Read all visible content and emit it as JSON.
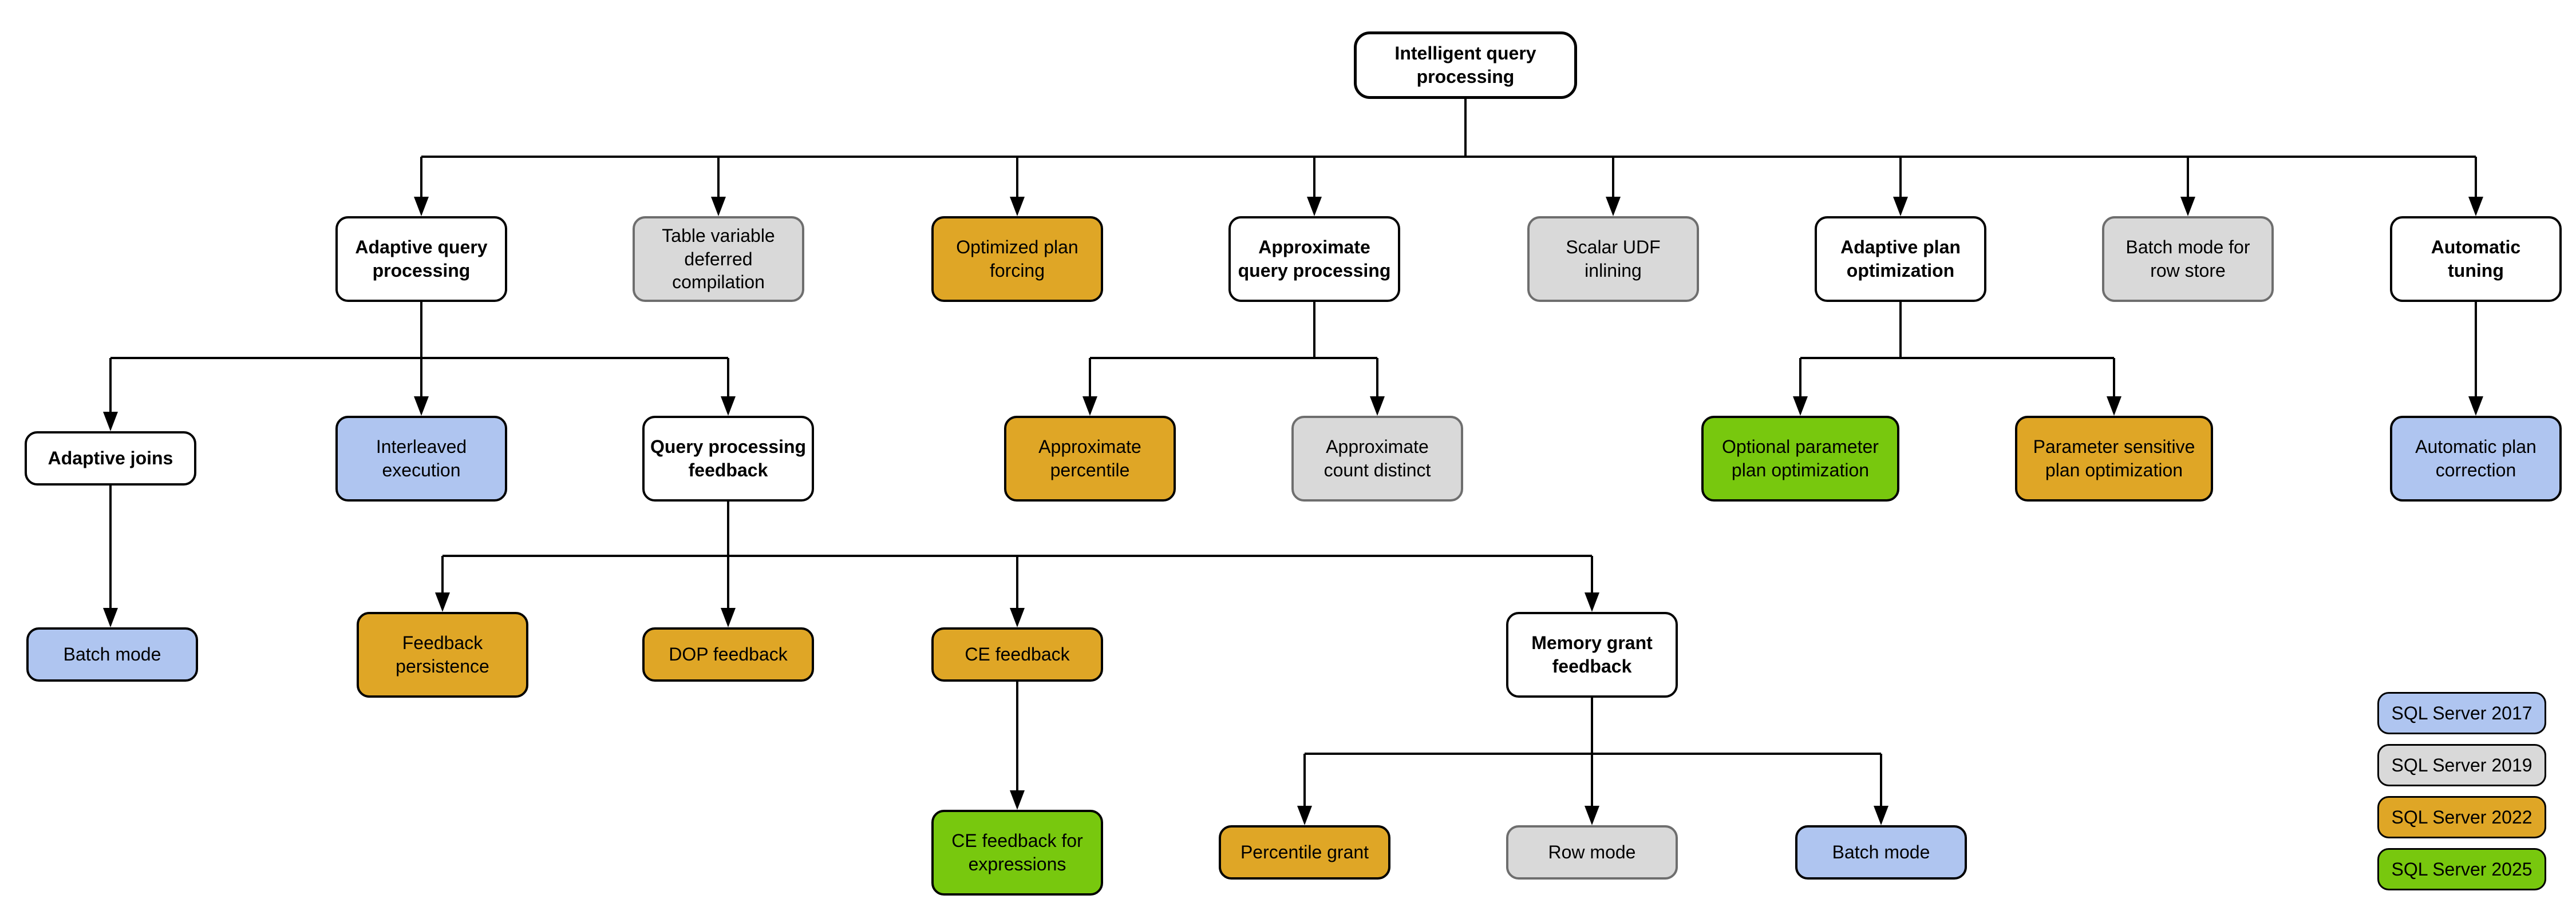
{
  "colors": {
    "v2017": "#AFC5F0",
    "v2019": "#D9D9D9",
    "v2022": "#DFA626",
    "v2025": "#78C80E"
  },
  "nodes": {
    "root": {
      "label": "Intelligent query\nprocessing",
      "version": "category"
    },
    "adaptive_query_processing": {
      "label": "Adaptive query\nprocessing",
      "version": "category"
    },
    "table_variable_deferred_compilation": {
      "label": "Table variable\ndeferred compilation",
      "version": "2019"
    },
    "optimized_plan_forcing": {
      "label": "Optimized plan\nforcing",
      "version": "2022"
    },
    "approximate_query_processing": {
      "label": "Approximate\nquery processing",
      "version": "category"
    },
    "scalar_udf_inlining": {
      "label": "Scalar UDF\ninlining",
      "version": "2019"
    },
    "adaptive_plan_optimization": {
      "label": "Adaptive plan\noptimization",
      "version": "category"
    },
    "batch_mode_for_row_store": {
      "label": "Batch mode for\nrow store",
      "version": "2019"
    },
    "automatic_tuning": {
      "label": "Automatic\ntuning",
      "version": "category"
    },
    "adaptive_joins": {
      "label": "Adaptive joins",
      "version": "category"
    },
    "interleaved_execution": {
      "label": "Interleaved\nexecution",
      "version": "2017"
    },
    "query_processing_feedback": {
      "label": "Query processing\nfeedback",
      "version": "category"
    },
    "approximate_percentile": {
      "label": "Approximate\npercentile",
      "version": "2022"
    },
    "approximate_count_distinct": {
      "label": "Approximate\ncount distinct",
      "version": "2019"
    },
    "optional_parameter_plan_optimization": {
      "label": "Optional parameter\nplan optimization",
      "version": "2025"
    },
    "parameter_sensitive_plan_optimization": {
      "label": "Parameter sensitive\nplan optimization",
      "version": "2022"
    },
    "automatic_plan_correction": {
      "label": "Automatic plan\ncorrection",
      "version": "2017"
    },
    "batch_mode_adaptive_joins": {
      "label": "Batch mode",
      "version": "2017"
    },
    "feedback_persistence": {
      "label": "Feedback\npersistence",
      "version": "2022"
    },
    "dop_feedback": {
      "label": "DOP feedback",
      "version": "2022"
    },
    "ce_feedback": {
      "label": "CE feedback",
      "version": "2022"
    },
    "memory_grant_feedback": {
      "label": "Memory grant\nfeedback",
      "version": "category"
    },
    "ce_feedback_for_expressions": {
      "label": "CE feedback for\nexpressions",
      "version": "2025"
    },
    "percentile_grant": {
      "label": "Percentile grant",
      "version": "2022"
    },
    "row_mode": {
      "label": "Row mode",
      "version": "2019"
    },
    "batch_mode_memory_grant": {
      "label": "Batch mode",
      "version": "2017"
    }
  },
  "legend": {
    "items": [
      {
        "label": "SQL Server 2017",
        "version": "2017",
        "color": "#AFC5F0"
      },
      {
        "label": "SQL Server 2019",
        "version": "2019",
        "color": "#D9D9D9"
      },
      {
        "label": "SQL Server 2022",
        "version": "2022",
        "color": "#DFA626"
      },
      {
        "label": "SQL Server 2025",
        "version": "2025",
        "color": "#78C80E"
      }
    ]
  }
}
